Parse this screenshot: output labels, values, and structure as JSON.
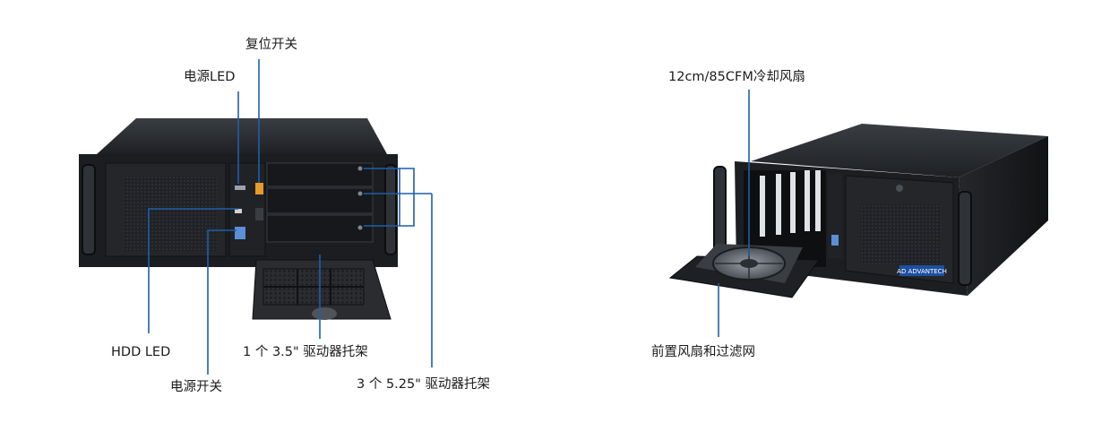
{
  "labels": {
    "reset_switch": "复位开关",
    "power_led": "电源LED",
    "hdd_led": "HDD LED",
    "power_switch": "电源开关",
    "bay_35": "1 个 3.5\" 驱动器托架",
    "bay_525": "3 个 5.25\" 驱动器托架",
    "cooling_fan": "12cm/85CFM冷却风扇",
    "front_fan_filter": "前置风扇和过滤网"
  },
  "brand": {
    "logo_text": "AD ADVANTECH"
  },
  "colors": {
    "chassis": "#1d1f22",
    "chassis_top": "#2b2e32",
    "callout_line": "#1f5fa8",
    "label_text": "#1b1b1b",
    "logo_blue": "#1d4fa0"
  }
}
